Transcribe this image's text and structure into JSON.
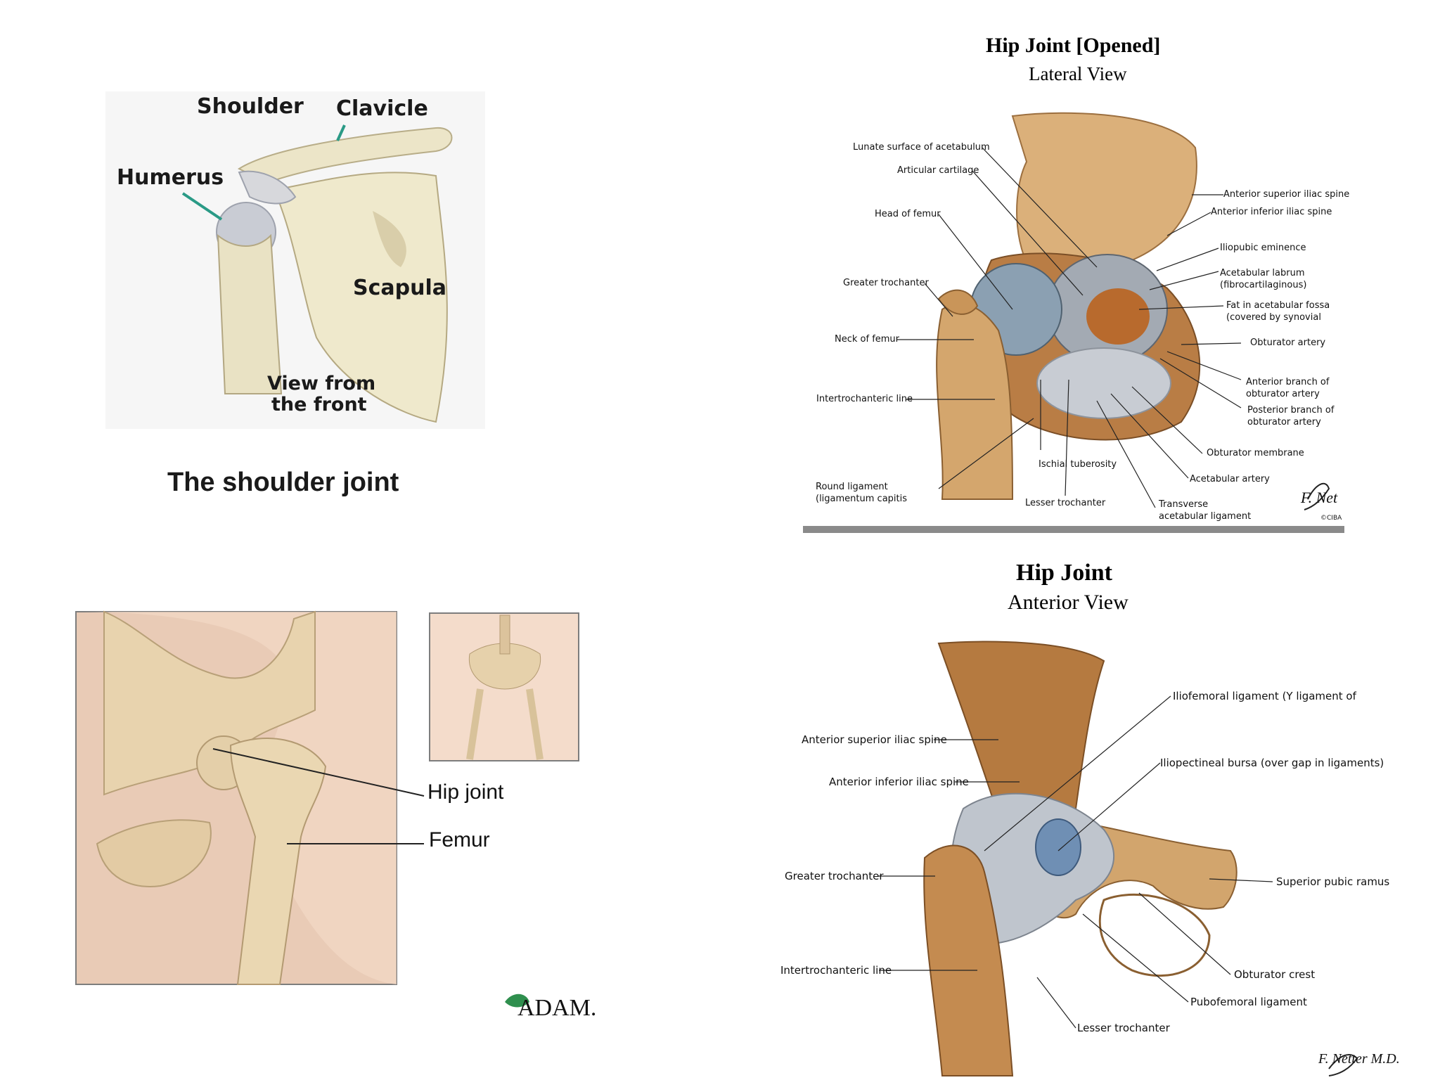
{
  "shoulder": {
    "labels": {
      "shoulder": "Shoulder",
      "clavicle": "Clavicle",
      "humerus": "Humerus",
      "scapula": "Scapula",
      "view_line1": "View from",
      "view_line2": "the front"
    },
    "caption": "The shoulder joint"
  },
  "hip_adam": {
    "labels": {
      "hip_joint": "Hip joint",
      "femur": "Femur"
    },
    "logo": "ADAM."
  },
  "hip_opened": {
    "title": "Hip Joint [Opened]",
    "subtitle": "Lateral View",
    "left_labels": [
      "Lunate surface of acetabulum",
      "Articular cartilage",
      "Head of femur",
      "Greater trochanter",
      "Neck of femur",
      "Intertrochanteric line"
    ],
    "round_ligament": [
      "Round ligament",
      "(ligamentum capitis"
    ],
    "right_labels": {
      "asis": "Anterior superior iliac spine",
      "aiis": "Anterior inferior iliac spine",
      "iliopubic": "Iliopubic eminence",
      "labrum": [
        "Acetabular labrum",
        "(fibrocartilaginous)"
      ],
      "fat": [
        "Fat in acetabular fossa",
        "(covered by synovial"
      ],
      "obturator_artery": "Obturator artery",
      "anterior_branch": [
        "Anterior branch of",
        "obturator artery"
      ],
      "posterior_branch": [
        "Posterior branch of",
        "obturator artery"
      ],
      "obturator_membrane": "Obturator membrane",
      "acetabular_artery": "Acetabular artery"
    },
    "bottom_labels": {
      "ischial": "Ischial tuberosity",
      "lesser": "Lesser trochanter",
      "transverse": [
        "Transverse",
        "acetabular ligament"
      ]
    },
    "signature": "F. Net",
    "copyright": "©CIBA"
  },
  "hip_anterior": {
    "title": "Hip Joint",
    "subtitle": "Anterior View",
    "labels": {
      "iliofemoral": "Iliofemoral ligament (Y ligament of",
      "asis": "Anterior superior iliac spine",
      "iliopectineal": "Iliopectineal bursa (over gap in ligaments)",
      "aiis": "Anterior inferior iliac spine",
      "greater": "Greater trochanter",
      "superior_pubic": "Superior pubic ramus",
      "intertrochanteric": "Intertrochanteric line",
      "obturator_crest": "Obturator crest",
      "pubofemoral": "Pubofemoral ligament",
      "lesser": "Lesser trochanter"
    },
    "signature": "F. Netter M.D."
  }
}
